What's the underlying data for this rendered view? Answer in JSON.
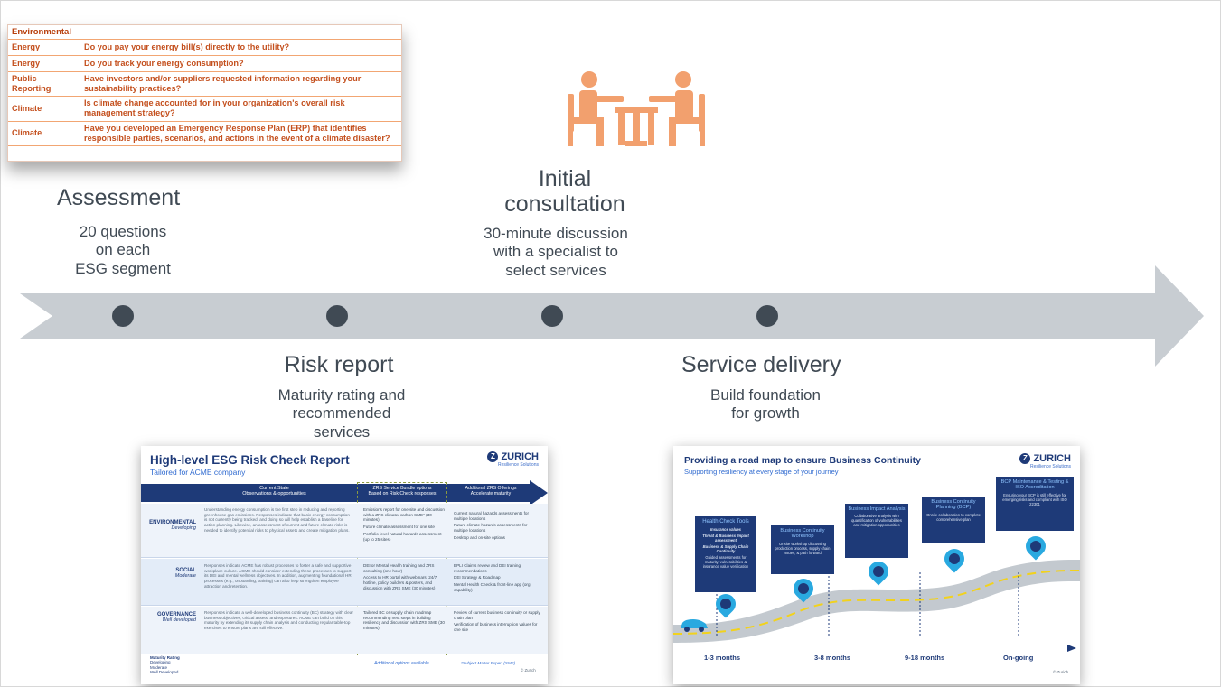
{
  "esg_table": {
    "header": "Environmental",
    "rows": [
      {
        "category": "Energy",
        "question": "Do you pay your energy bill(s) directly to the utility?"
      },
      {
        "category": "Energy",
        "question": "Do you track your energy consumption?"
      },
      {
        "category": "Public Reporting",
        "question": "Have investors and/or suppliers requested information regarding your sustainability practices?"
      },
      {
        "category": "Climate",
        "question": "Is climate change accounted for in your organization's overall risk management strategy?"
      },
      {
        "category": "Climate",
        "question": "Have you developed an Emergency Response Plan (ERP) that identifies responsible parties, scenarios, and actions in the event of a climate disaster?"
      }
    ]
  },
  "stages": {
    "assessment": {
      "title": "Assessment",
      "subtitle_lines": [
        "20 questions",
        "on each",
        "ESG segment"
      ]
    },
    "initial_consultation": {
      "title_lines": [
        "Initial",
        "consultation"
      ],
      "subtitle_lines": [
        "30-minute discussion",
        "with a specialist to",
        "select services"
      ]
    },
    "risk_report": {
      "title": "Risk report",
      "subtitle_lines": [
        "Maturity rating and",
        "recommended",
        "services"
      ]
    },
    "service_delivery": {
      "title": "Service delivery",
      "subtitle_lines": [
        "Build foundation",
        "for growth"
      ]
    }
  },
  "colors": {
    "arrow": "#c8cdd2",
    "dot": "#404a54",
    "icon": "#f2a06e",
    "zurich_blue": "#1e3a78",
    "accent_blue": "#2f6ad0",
    "table_text": "#c4501e"
  },
  "icons": {
    "meeting": "two-people-at-table-icon"
  },
  "risk_card": {
    "title": "High-level ESG Risk Check Report",
    "subtitle": "Tailored for ACME company",
    "brand": "ZURICH",
    "brand_sub": "Resilience Solutions",
    "col1_title": "Current State",
    "col1_sub": "Observations & opportunities",
    "col2_title": "ZRS Service Bundle options",
    "col2_sub": "Based on Risk Check responses",
    "col3_title": "Additional ZRS Offerings",
    "col3_sub": "Accelerate maturity",
    "rows": [
      {
        "label": "ENVIRONMENTAL",
        "level": "Developing",
        "state": "Understanding energy consumption is the first step in reducing and reporting greenhouse gas emissions. Responses indicate that basic energy consumption is not currently being tracked, and doing so will help establish a baseline for action planning. Likewise, an assessment of current and future climate risks is needed to identify potential risks to physical assets and create mitigation plans.",
        "bundle": [
          "Emissions report for one site and discussion with a ZRS climate/ carbon SME* (30 minutes)",
          "Future climate assessment for one site",
          "Portfolio-level natural hazards assessment (up to 25 sites)"
        ],
        "offerings": [
          "Current natural hazards assessments for multiple locations",
          "Future climate hazards assessments for multiple locations",
          "Desktop and on-site options"
        ]
      },
      {
        "label": "SOCIAL",
        "level": "Moderate",
        "state": "Responses indicate ACME has robust processes to foster a safe and supportive workplace culture. ACME should consider extending these processes to support its DEI and mental wellness objectives. In addition, augmenting foundational HR processes (e.g., onboarding, training) can also help strengthen employee attraction and retention.",
        "bundle": [
          "DEI or Mental Health training and ZRS consulting (one hour)",
          "Access to HR portal with webinars, 24/7 hotline, policy builders & posters, and discussion with ZRS SME (30 minutes)"
        ],
        "offerings": [
          "EPLI Claims review and DEI training recommendations",
          "DEI Strategy & Roadmap",
          "Mental Health Check & front-line app (org capability)"
        ]
      },
      {
        "label": "GOVERNANCE",
        "level": "Well developed",
        "state": "Responses indicate a well-developed business continuity (BC) strategy with clear business objectives, critical assets, and exposures. ACME can build on this maturity by extending its supply chain analysis and conducting regular table-top exercises to ensure plans are still effective.",
        "bundle": [
          "Tailored BC or supply chain roadmap recommending next steps in building resiliency and discussion with ZRS SME (30 minutes)"
        ],
        "offerings": [
          "Review of current business continuity or supply chain plan",
          "Verification of business interruption values for one site"
        ]
      }
    ],
    "legend_title": "Maturity Rating",
    "legend_items": [
      "Developing",
      "Moderate",
      "Well Developed"
    ],
    "footer_center": "Additional options available",
    "footer_right": "*Subject Matter Expert (SME)",
    "copyright": "© Zurich"
  },
  "road_card": {
    "title": "Providing a road map to ensure Business Continuity",
    "subtitle": "Supporting resiliency at every stage of your journey",
    "brand": "ZURICH",
    "brand_sub": "Resilience Solutions",
    "boxes": [
      {
        "title": "Health Check Tools",
        "desc_lines": [
          "Insurance values",
          "Threat & Business Impact assessment",
          "Business & Supply Chain Continuity",
          "Guided assessments for maturity, vulnerabilities & insurance value verification"
        ]
      },
      {
        "title": "Business Continuity Workshop",
        "desc_lines": [
          "Onsite workshop discussing production process, supply chain issues, & path forward"
        ]
      },
      {
        "title": "Business Impact Analysis",
        "desc_lines": [
          "Collaborative analysis with quantification of vulnerabilities and mitigation opportunities"
        ]
      },
      {
        "title": "Business Continuity Planning (BCP)",
        "desc_lines": [
          "Onsite collaboration to complete comprehensive plan"
        ]
      },
      {
        "title": "BCP Maintenance & Testing & ISO Accreditation",
        "desc_lines": [
          "Ensuring your BCP is still effective for emerging risks and compliant with ISO 22301"
        ]
      }
    ],
    "milestones": [
      "1-3 months",
      "3-8 months",
      "9-18 months",
      "On-going"
    ],
    "copyright": "© Zurich"
  }
}
